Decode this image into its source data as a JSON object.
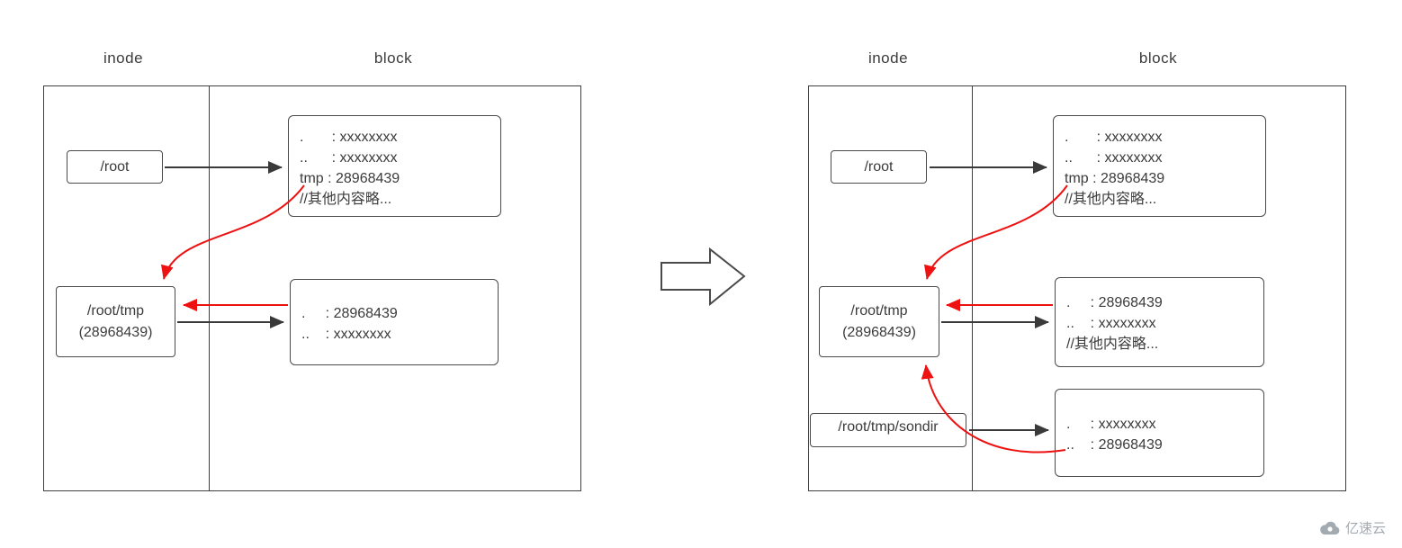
{
  "left_panel": {
    "inode_label": "inode",
    "block_label": "block",
    "nodes": {
      "root": "/root",
      "tmp": [
        "/root/tmp",
        "(28968439)"
      ]
    },
    "root_block_lines": [
      ".       : xxxxxxxx",
      "..      : xxxxxxxx",
      "tmp : 28968439",
      "//其他内容略..."
    ],
    "tmp_block_lines": [
      ".     : 28968439",
      "..    : xxxxxxxx"
    ]
  },
  "right_panel": {
    "inode_label": "inode",
    "block_label": "block",
    "nodes": {
      "root": "/root",
      "tmp": [
        "/root/tmp",
        "(28968439)"
      ],
      "sondir": "/root/tmp/sondir"
    },
    "root_block_lines": [
      ".       : xxxxxxxx",
      "..      : xxxxxxxx",
      "tmp : 28968439",
      "//其他内容略..."
    ],
    "tmp_block_lines": [
      ".     : 28968439",
      "..    : xxxxxxxx",
      "//其他内容略..."
    ],
    "sondir_block_lines": [
      ".     : xxxxxxxx",
      "..    : 28968439"
    ]
  },
  "watermark": {
    "text": "亿速云"
  },
  "colors": {
    "box_line": "#3f3f3f",
    "black_arrow": "#3a3a3a",
    "red_arrow": "#ee1111",
    "watermark_gray": "#a2aab2",
    "background": "#ffffff"
  }
}
